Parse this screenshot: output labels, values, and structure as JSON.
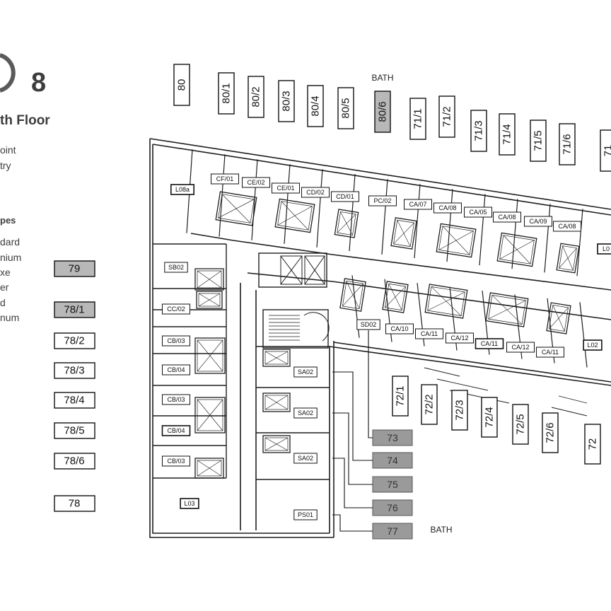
{
  "header": {
    "floor_number": "8",
    "floor_title": "th Floor",
    "legend_top": [
      "oint",
      "try"
    ],
    "legend_heading": "pes",
    "legend_items": [
      "dard",
      "nium",
      "xe",
      "er",
      "d",
      "num"
    ]
  },
  "bath_labels": [
    "BATH",
    "BATH"
  ],
  "top_units": [
    "80",
    "80/1",
    "80/2",
    "80/3",
    "80/4",
    "80/5",
    "80/6",
    "71/1",
    "71/2",
    "71/3",
    "71/4",
    "71/5",
    "71/6",
    "71"
  ],
  "left_units": [
    "79",
    "78/1",
    "78/2",
    "78/3",
    "78/4",
    "78/5",
    "78/6",
    "78"
  ],
  "bottom_units": [
    "72/1",
    "72/2",
    "72/3",
    "72/4",
    "72/5",
    "72/6",
    "72"
  ],
  "center_units": [
    "73",
    "74",
    "75",
    "76",
    "77"
  ],
  "room_codes_top": [
    "L08a",
    "CF/01",
    "CE/02",
    "CE/01",
    "CD/02",
    "CD/01",
    "PC/02",
    "CA/07",
    "CA/08",
    "CA/05",
    "CA/08",
    "CA/09",
    "CA/08",
    "L0"
  ],
  "room_codes_left": [
    "SB02",
    "CC/02",
    "CB/03",
    "CB/04",
    "CB/03",
    "CB/04",
    "CB/03",
    "L03"
  ],
  "room_codes_bottom": [
    "SD02",
    "CA/10",
    "CA/11",
    "CA/12",
    "CA/11",
    "CA/12",
    "CA/11",
    "L02"
  ],
  "room_codes_center": [
    "SA02",
    "SA02",
    "SA02",
    "PS01"
  ],
  "colors": {
    "highlight_fill": "#9a9a9a",
    "light_fill": "#b8b8b8",
    "line": "#222222"
  }
}
